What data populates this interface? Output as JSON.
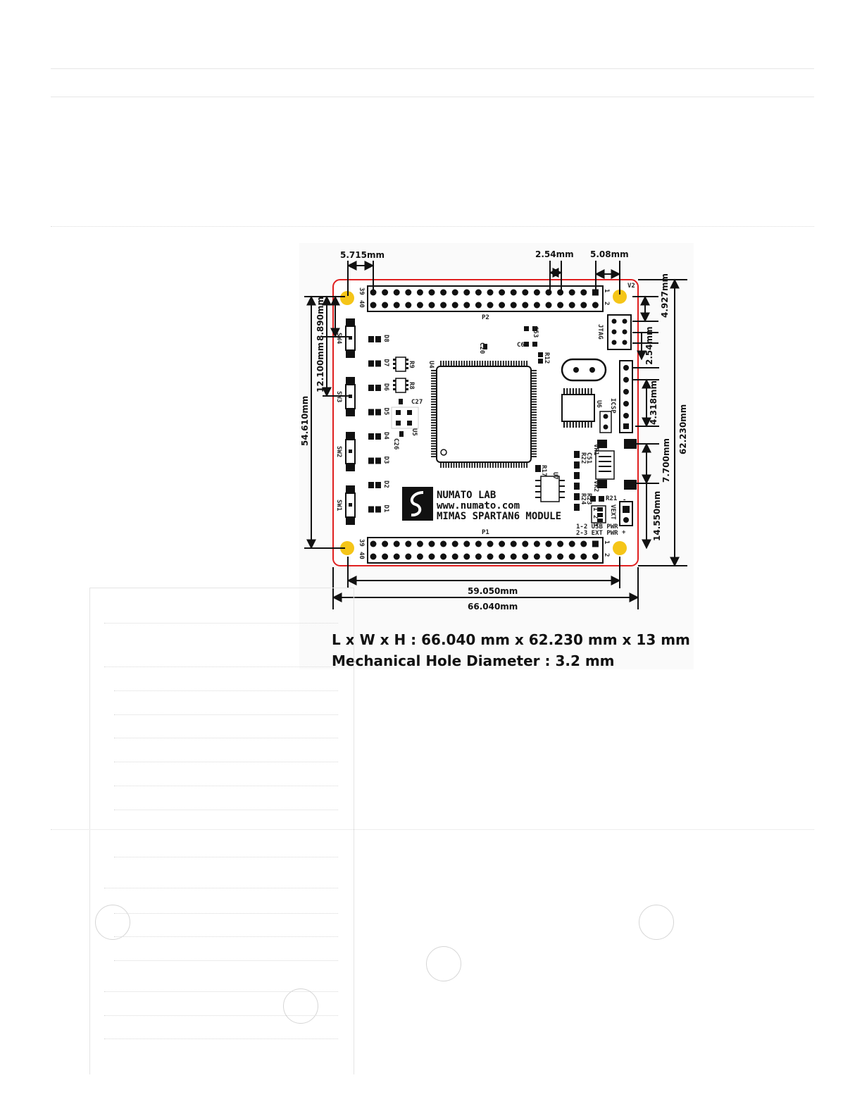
{
  "dimensions": {
    "top_left_offset": "5.715mm",
    "pin_pitch": "2.54mm",
    "top_right_offset": "5.08mm",
    "right_top_vertical": "4.927mm",
    "jtag_pitch": "2.54mm",
    "icsp_offset": "4.318mm",
    "usb_offset": "7.700mm",
    "bottom_right_vertical": "14.550mm",
    "board_height": "62.230mm",
    "left_height": "54.610mm",
    "left_mid": "12.100mm",
    "left_top": "8.890mm",
    "hole_spacing": "59.050mm",
    "board_width": "66.040mm"
  },
  "silkscreen": {
    "header_top": "P2",
    "header_bottom": "P1",
    "pin_39": "39",
    "pin_40": "40",
    "pin_1": "1",
    "pin_2": "2",
    "jtag": "JTAG",
    "icsp": "ICSP",
    "fpga": "U4",
    "v2": "V2",
    "switches": [
      "SW4",
      "SW3",
      "SW2",
      "SW1"
    ],
    "leds": [
      "D8",
      "D7",
      "D6",
      "D5",
      "D4",
      "D3",
      "D2",
      "D1"
    ],
    "parts": [
      "C20",
      "C53",
      "C6",
      "R12",
      "R9",
      "R8",
      "C27",
      "C26",
      "U5",
      "U6",
      "U7",
      "R17",
      "VR1",
      "VR2",
      "R21",
      "R22",
      "C51",
      "R24",
      "R23",
      "VEXT"
    ],
    "pwr_legend_1": "1-2  USB PWR",
    "pwr_legend_2": "2-3  EXT PWR",
    "jumper_pins": "1 2 3",
    "minus": "-",
    "plus": "+"
  },
  "branding": {
    "line1": "NUMATO LAB",
    "line2": "www.numato.com",
    "line3": "MIMAS SPARTAN6 MODULE"
  },
  "specs": {
    "size_line": "L x W x H : 66.040 mm x 62.230 mm x 13 mm",
    "hole_line": "Mechanical Hole Diameter : 3.2 mm"
  },
  "colors": {
    "board_outline": "#e02020",
    "mounting_hole": "#f5c518",
    "ink": "#111111"
  }
}
